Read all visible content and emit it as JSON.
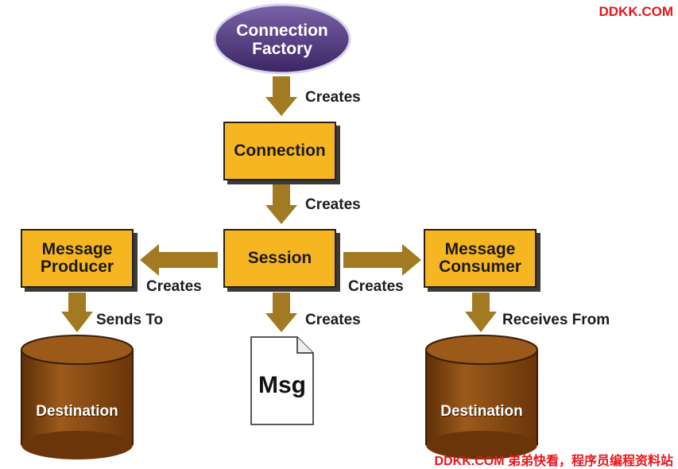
{
  "watermark_top": "DDKK.COM",
  "watermark_bottom": "DDKK.COM 弟弟快看，程序员编程资料站",
  "nodes": {
    "connection_factory": "Connection\nFactory",
    "connection": "Connection",
    "session": "Session",
    "message_producer": "Message\nProducer",
    "message_consumer": "Message\nConsumer",
    "msg": "Msg",
    "destination_left": "Destination",
    "destination_right": "Destination"
  },
  "edge_labels": {
    "factory_to_connection": "Creates",
    "connection_to_session": "Creates",
    "session_to_producer": "Creates",
    "session_to_consumer": "Creates",
    "session_to_msg": "Creates",
    "producer_to_destination": "Sends To",
    "consumer_to_destination": "Receives From"
  },
  "colors": {
    "box_fill": "#f6b621",
    "arrow": "#a17a22",
    "oval": "#4a3577",
    "cylinder": "#8a4a12"
  }
}
